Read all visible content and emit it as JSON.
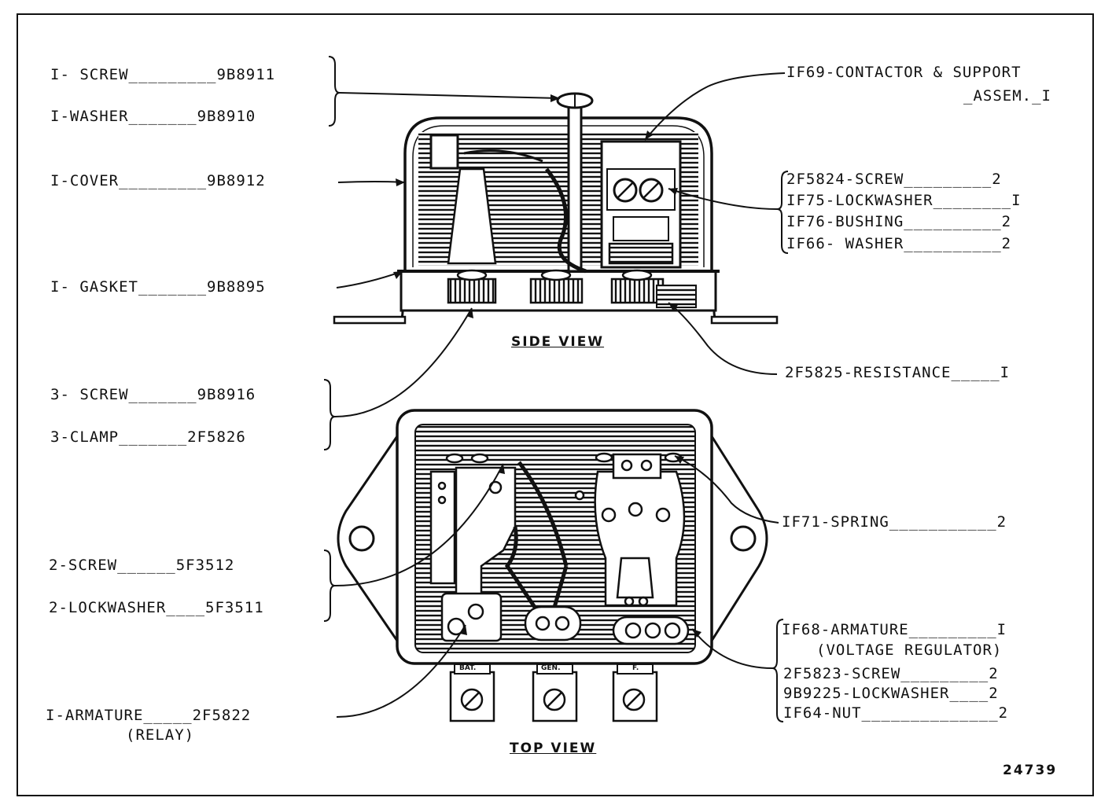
{
  "left_labels": [
    {
      "id": "screw-1",
      "text": "I- SCREW_________9B8911"
    },
    {
      "id": "washer-1",
      "text": "I-WASHER_______9B8910"
    },
    {
      "id": "cover-1",
      "text": "I-COVER_________9B8912"
    },
    {
      "id": "gasket-1",
      "text": "I- GASKET_______9B8895"
    },
    {
      "id": "screw-3",
      "text": "3- SCREW_______9B8916"
    },
    {
      "id": "clamp-3",
      "text": "3-CLAMP_______2F5826"
    },
    {
      "id": "screw-2",
      "text": "2-SCREW______5F3512"
    },
    {
      "id": "lockwasher-2",
      "text": "2-LOCKWASHER____5F3511"
    },
    {
      "id": "armature-relay",
      "text": "I-ARMATURE_____2F5822"
    },
    {
      "id": "armature-relay-sub",
      "text": "(RELAY)"
    }
  ],
  "right_labels": [
    {
      "id": "contactor",
      "text": "IF69-CONTACTOR & SUPPORT"
    },
    {
      "id": "contactor-sub",
      "text": "_ASSEM._I"
    },
    {
      "id": "screw-2f5824",
      "text": "2F5824-SCREW_________2"
    },
    {
      "id": "lockwasher-1f75",
      "text": "IF75-LOCKWASHER________I"
    },
    {
      "id": "bushing-1f76",
      "text": "IF76-BUSHING__________2"
    },
    {
      "id": "washer-1f66",
      "text": "IF66- WASHER__________2"
    },
    {
      "id": "resistance",
      "text": "2F5825-RESISTANCE_____I"
    },
    {
      "id": "spring",
      "text": "IF71-SPRING___________2"
    },
    {
      "id": "armature-vr",
      "text": "IF68-ARMATURE_________I"
    },
    {
      "id": "armature-vr-sub",
      "text": "(VOLTAGE REGULATOR)"
    },
    {
      "id": "screw-2f5823",
      "text": "2F5823-SCREW_________2"
    },
    {
      "id": "lockwasher-9b9225",
      "text": "9B9225-LOCKWASHER____2"
    },
    {
      "id": "nut-1f64",
      "text": "IF64-NUT______________2"
    }
  ],
  "captions": {
    "side_view": "SIDE VIEW",
    "top_view": "TOP VIEW"
  },
  "terminals": [
    "BAT.",
    "GEN.",
    "F."
  ],
  "figure_number": "24739"
}
